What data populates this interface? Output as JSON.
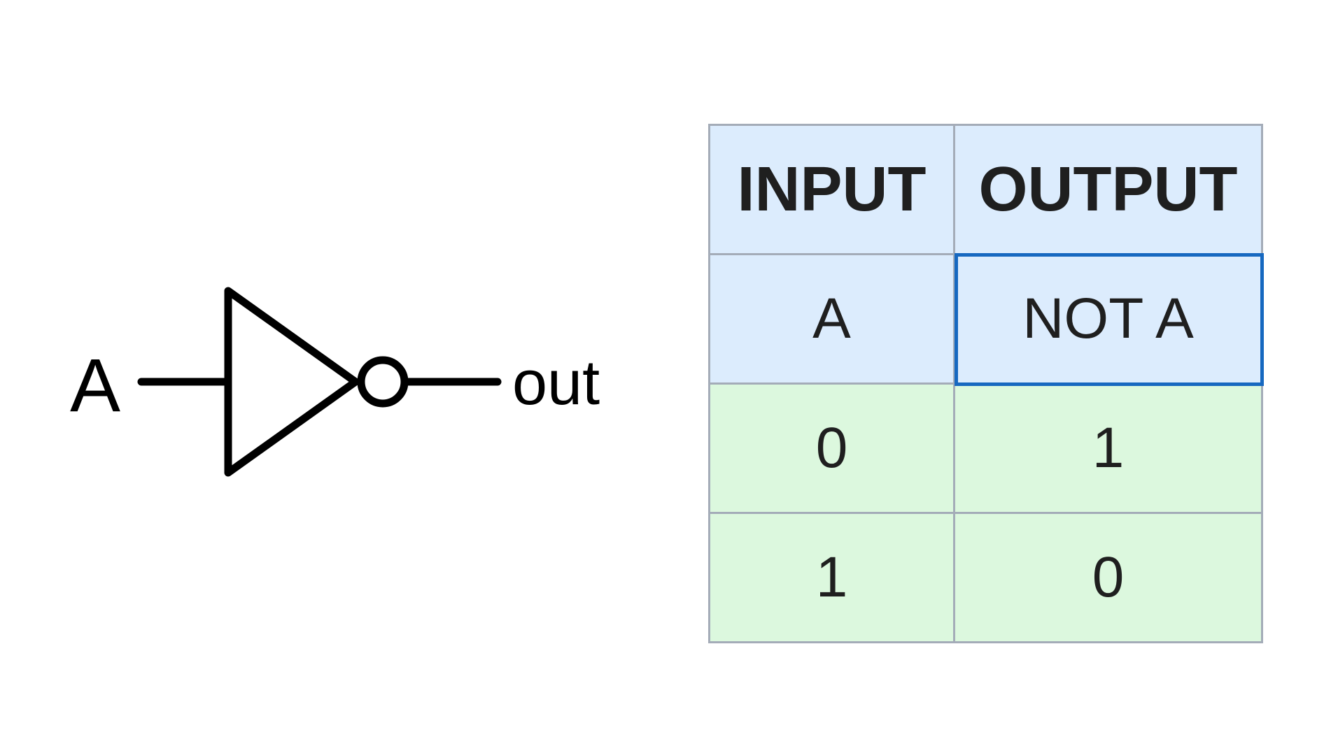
{
  "gate": {
    "input_label": "A",
    "output_label": "out"
  },
  "truth_table": {
    "headers": [
      "INPUT",
      "OUTPUT"
    ],
    "subheaders": [
      "A",
      "NOT A"
    ],
    "rows": [
      [
        "0",
        "1"
      ],
      [
        "1",
        "0"
      ]
    ]
  }
}
